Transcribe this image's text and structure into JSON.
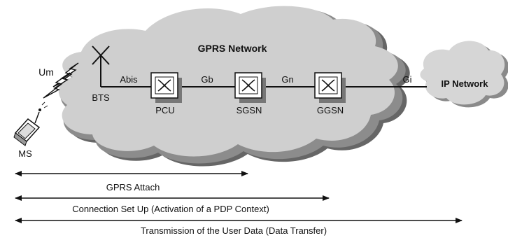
{
  "network": {
    "title": "GPRS Network",
    "ip_network": "IP Network"
  },
  "nodes": {
    "ms": "MS",
    "bts": "BTS",
    "pcu": "PCU",
    "sgsn": "SGSN",
    "ggsn": "GGSN"
  },
  "interfaces": {
    "um": "Um",
    "abis": "Abis",
    "gb": "Gb",
    "gn": "Gn",
    "gi": "Gi"
  },
  "procedures": [
    {
      "label": "GPRS Attach"
    },
    {
      "label": "Connection Set Up (Activation of a PDP Context)"
    },
    {
      "label": "Transmission of the User Data (Data Transfer)"
    }
  ]
}
